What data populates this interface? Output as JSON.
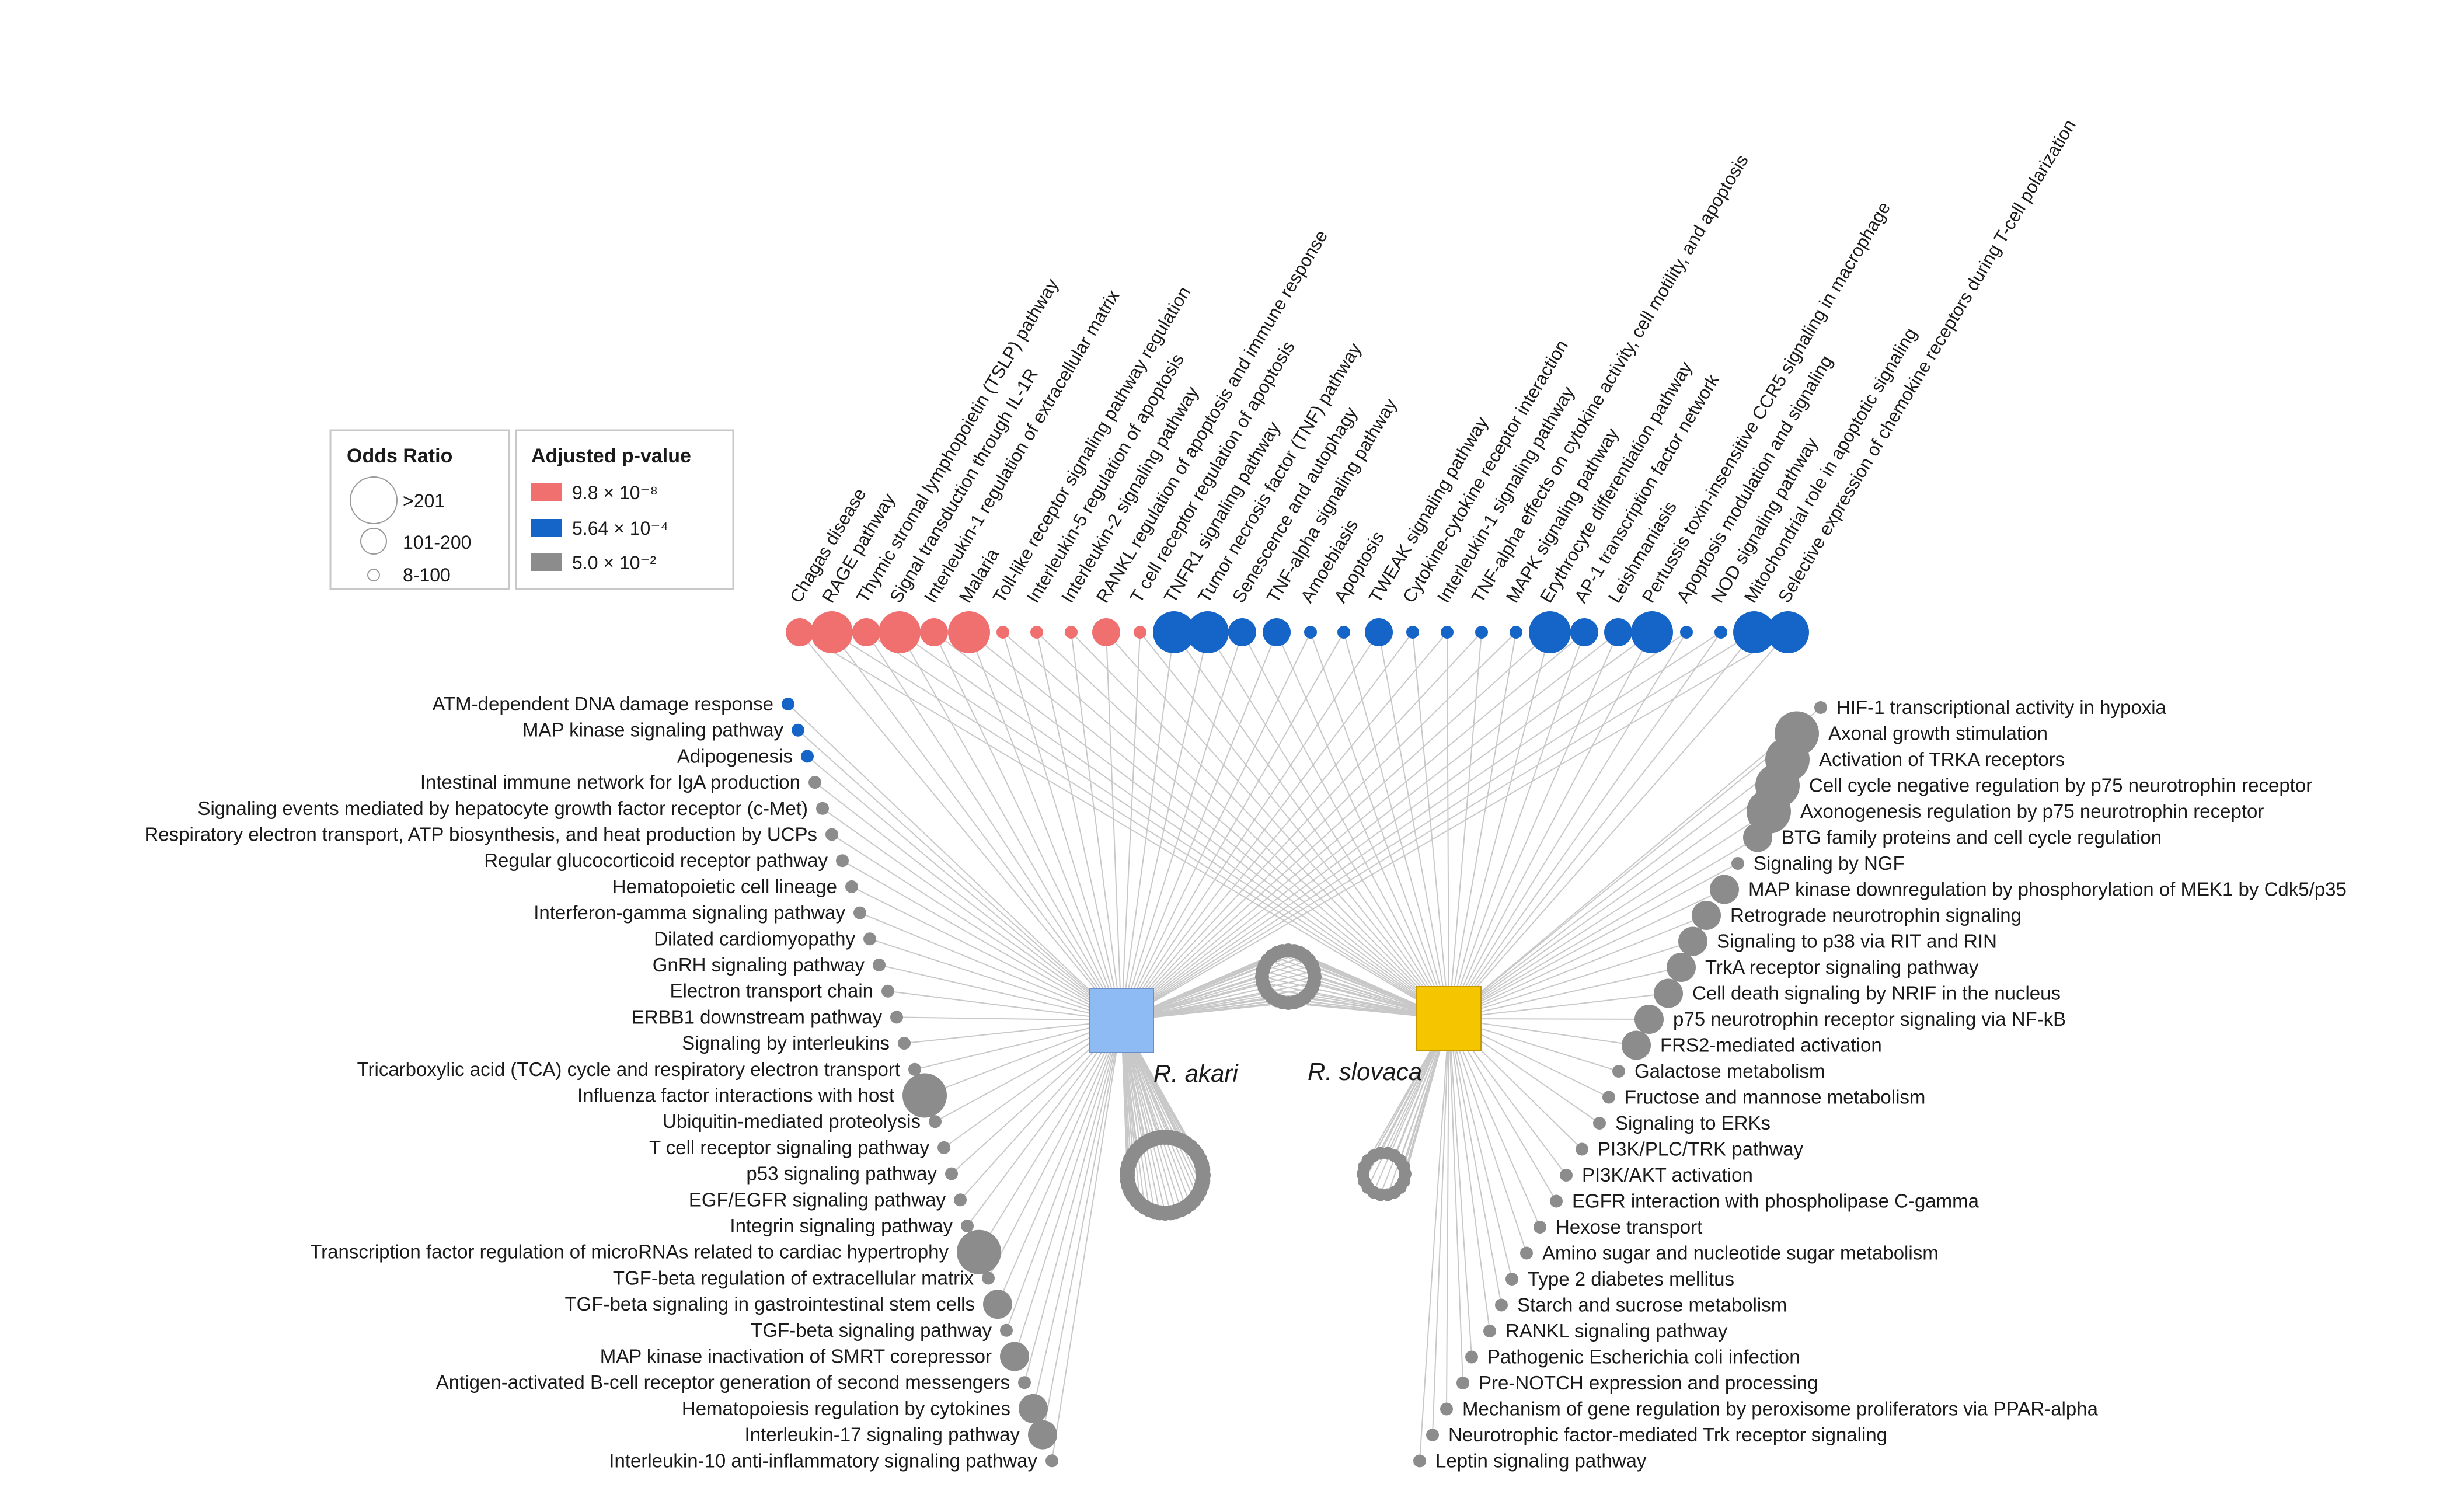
{
  "legend": {
    "odds_ratio": {
      "title": "Odds Ratio",
      "items": [
        {
          "label": ">201",
          "size": "large"
        },
        {
          "label": "101-200",
          "size": "medium"
        },
        {
          "label": "8-100",
          "size": "small"
        }
      ]
    },
    "pvalue": {
      "title": "Adjusted p-value",
      "items": [
        {
          "label": "9.8 × 10⁻⁸",
          "color": "#f07070"
        },
        {
          "label": "5.64 × 10⁻⁴",
          "color": "#1565c8"
        },
        {
          "label": "5.0 × 10⁻²",
          "color": "#8c8c8c"
        }
      ]
    }
  },
  "colors": {
    "red": "#f07070",
    "blue": "#1565c8",
    "grey": "#8c8c8c",
    "akari": "#8fbbf5",
    "slovaca": "#f5c500",
    "edge": "#c8c8c8"
  },
  "nodes": {
    "akari": {
      "label": "R. akari",
      "color": "#8fbbf5"
    },
    "slovaca": {
      "label": "R. slovaca",
      "color": "#f5c500"
    }
  },
  "shared_top": [
    {
      "label": "Chagas disease",
      "color": "red",
      "size": "medium"
    },
    {
      "label": "RAGE pathway",
      "color": "red",
      "size": "large"
    },
    {
      "label": "Thymic stromal lymphopoietin (TSLP) pathway",
      "color": "red",
      "size": "medium"
    },
    {
      "label": "Signal transduction through IL-1R",
      "color": "red",
      "size": "large"
    },
    {
      "label": "Interleukin-1 regulation of extracellular matrix",
      "color": "red",
      "size": "medium"
    },
    {
      "label": "Malaria",
      "color": "red",
      "size": "large"
    },
    {
      "label": "Toll-like receptor signaling pathway regulation",
      "color": "red",
      "size": "small"
    },
    {
      "label": "Interleukin-5 regulation of apoptosis",
      "color": "red",
      "size": "small"
    },
    {
      "label": "Interleukin-2 signaling pathway",
      "color": "red",
      "size": "small"
    },
    {
      "label": "RANKL regulation of apoptosis and immune response",
      "color": "red",
      "size": "medium"
    },
    {
      "label": "T cell receptor regulation of apoptosis",
      "color": "red",
      "size": "small"
    },
    {
      "label": "TNFR1 signaling pathway",
      "color": "blue",
      "size": "large"
    },
    {
      "label": "Tumor necrosis factor (TNF) pathway",
      "color": "blue",
      "size": "large"
    },
    {
      "label": "Senescence and autophagy",
      "color": "blue",
      "size": "medium"
    },
    {
      "label": "TNF-alpha signaling pathway",
      "color": "blue",
      "size": "medium"
    },
    {
      "label": "Amoebiasis",
      "color": "blue",
      "size": "small"
    },
    {
      "label": "Apoptosis",
      "color": "blue",
      "size": "small"
    },
    {
      "label": "TWEAK signaling pathway",
      "color": "blue",
      "size": "medium"
    },
    {
      "label": "Cytokine-cytokine receptor interaction",
      "color": "blue",
      "size": "small"
    },
    {
      "label": "Interleukin-1 signaling pathway",
      "color": "blue",
      "size": "small"
    },
    {
      "label": "TNF-alpha effects on cytokine activity, cell motility, and apoptosis",
      "color": "blue",
      "size": "small"
    },
    {
      "label": "MAPK signaling pathway",
      "color": "blue",
      "size": "small"
    },
    {
      "label": "Erythrocyte differentiation pathway",
      "color": "blue",
      "size": "large"
    },
    {
      "label": "AP-1 transcription factor network",
      "color": "blue",
      "size": "medium"
    },
    {
      "label": "Leishmaniasis",
      "color": "blue",
      "size": "medium"
    },
    {
      "label": "Pertussis toxin-insensitive CCR5 signaling in macrophage",
      "color": "blue",
      "size": "large"
    },
    {
      "label": "Apoptosis modulation and signaling",
      "color": "blue",
      "size": "small"
    },
    {
      "label": "NOD signaling pathway",
      "color": "blue",
      "size": "small"
    },
    {
      "label": "Mitochondrial role in apoptotic signaling",
      "color": "blue",
      "size": "large"
    },
    {
      "label": "Selective expression of chemokine receptors during T-cell polarization",
      "color": "blue",
      "size": "large"
    }
  ],
  "akari_pathways": [
    {
      "label": "ATM-dependent DNA damage response",
      "color": "blue",
      "size": "small"
    },
    {
      "label": "MAP kinase signaling pathway",
      "color": "blue",
      "size": "small"
    },
    {
      "label": "Adipogenesis",
      "color": "blue",
      "size": "small"
    },
    {
      "label": "Intestinal immune network for IgA production",
      "color": "grey",
      "size": "small"
    },
    {
      "label": "Signaling events mediated by hepatocyte growth factor receptor (c-Met)",
      "color": "grey",
      "size": "small"
    },
    {
      "label": "Respiratory electron transport, ATP biosynthesis, and heat production by UCPs",
      "color": "grey",
      "size": "small"
    },
    {
      "label": "Regular glucocorticoid receptor pathway",
      "color": "grey",
      "size": "small"
    },
    {
      "label": "Hematopoietic cell lineage",
      "color": "grey",
      "size": "small"
    },
    {
      "label": "Interferon-gamma signaling pathway",
      "color": "grey",
      "size": "small"
    },
    {
      "label": "Dilated cardiomyopathy",
      "color": "grey",
      "size": "small"
    },
    {
      "label": "GnRH signaling pathway",
      "color": "grey",
      "size": "small"
    },
    {
      "label": "Electron transport chain",
      "color": "grey",
      "size": "small"
    },
    {
      "label": "ERBB1 downstream pathway",
      "color": "grey",
      "size": "small"
    },
    {
      "label": "Signaling by interleukins",
      "color": "grey",
      "size": "small"
    },
    {
      "label": "Tricarboxylic acid (TCA) cycle and respiratory electron transport",
      "color": "grey",
      "size": "small"
    },
    {
      "label": "Influenza factor interactions with host",
      "color": "grey",
      "size": "large"
    },
    {
      "label": "Ubiquitin-mediated proteolysis",
      "color": "grey",
      "size": "small"
    },
    {
      "label": "T cell receptor signaling pathway",
      "color": "grey",
      "size": "small"
    },
    {
      "label": "p53 signaling pathway",
      "color": "grey",
      "size": "small"
    },
    {
      "label": "EGF/EGFR signaling pathway",
      "color": "grey",
      "size": "small"
    },
    {
      "label": "Integrin signaling pathway",
      "color": "grey",
      "size": "small"
    },
    {
      "label": "Transcription factor regulation of microRNAs related to cardiac hypertrophy",
      "color": "grey",
      "size": "large"
    },
    {
      "label": "TGF-beta regulation of extracellular matrix",
      "color": "grey",
      "size": "small"
    },
    {
      "label": "TGF-beta signaling in gastrointestinal stem cells",
      "color": "grey",
      "size": "medium"
    },
    {
      "label": "TGF-beta signaling pathway",
      "color": "grey",
      "size": "small"
    },
    {
      "label": "MAP kinase inactivation of SMRT corepressor",
      "color": "grey",
      "size": "medium"
    },
    {
      "label": "Antigen-activated B-cell receptor generation of second messengers",
      "color": "grey",
      "size": "small"
    },
    {
      "label": "Hematopoiesis regulation by cytokines",
      "color": "grey",
      "size": "medium"
    },
    {
      "label": "Interleukin-17 signaling pathway",
      "color": "grey",
      "size": "medium"
    },
    {
      "label": "Interleukin-10 anti-inflammatory signaling pathway",
      "color": "grey",
      "size": "small"
    }
  ],
  "slovaca_pathways": [
    {
      "label": "HIF-1 transcriptional activity in hypoxia",
      "color": "grey",
      "size": "small"
    },
    {
      "label": "Axonal growth stimulation",
      "color": "grey",
      "size": "large"
    },
    {
      "label": "Activation of TRKA receptors",
      "color": "grey",
      "size": "large"
    },
    {
      "label": "Cell cycle negative regulation by p75 neurotrophin receptor",
      "color": "grey",
      "size": "large"
    },
    {
      "label": "Axonogenesis regulation by p75 neurotrophin receptor",
      "color": "grey",
      "size": "large"
    },
    {
      "label": "BTG family proteins and cell cycle regulation",
      "color": "grey",
      "size": "medium"
    },
    {
      "label": "Signaling by NGF",
      "color": "grey",
      "size": "small"
    },
    {
      "label": "MAP kinase downregulation by phosphorylation of MEK1 by Cdk5/p35",
      "color": "grey",
      "size": "medium"
    },
    {
      "label": "Retrograde neurotrophin signaling",
      "color": "grey",
      "size": "medium"
    },
    {
      "label": "Signaling to p38 via RIT and RIN",
      "color": "grey",
      "size": "medium"
    },
    {
      "label": "TrkA receptor signaling pathway",
      "color": "grey",
      "size": "medium"
    },
    {
      "label": "Cell death signaling by NRIF in the nucleus",
      "color": "grey",
      "size": "medium"
    },
    {
      "label": "p75 neurotrophin receptor signaling via NF-kB",
      "color": "grey",
      "size": "medium"
    },
    {
      "label": "FRS2-mediated activation",
      "color": "grey",
      "size": "medium"
    },
    {
      "label": "Galactose metabolism",
      "color": "grey",
      "size": "small"
    },
    {
      "label": "Fructose and mannose metabolism",
      "color": "grey",
      "size": "small"
    },
    {
      "label": "Signaling to ERKs",
      "color": "grey",
      "size": "small"
    },
    {
      "label": "PI3K/PLC/TRK pathway",
      "color": "grey",
      "size": "small"
    },
    {
      "label": "PI3K/AKT activation",
      "color": "grey",
      "size": "small"
    },
    {
      "label": "EGFR interaction with phospholipase C-gamma",
      "color": "grey",
      "size": "small"
    },
    {
      "label": "Hexose transport",
      "color": "grey",
      "size": "small"
    },
    {
      "label": "Amino sugar and nucleotide sugar metabolism",
      "color": "grey",
      "size": "small"
    },
    {
      "label": "Type 2 diabetes mellitus",
      "color": "grey",
      "size": "small"
    },
    {
      "label": "Starch and sucrose metabolism",
      "color": "grey",
      "size": "small"
    },
    {
      "label": "RANKL signaling pathway",
      "color": "grey",
      "size": "small"
    },
    {
      "label": "Pathogenic Escherichia coli infection",
      "color": "grey",
      "size": "small"
    },
    {
      "label": "Pre-NOTCH expression and processing",
      "color": "grey",
      "size": "small"
    },
    {
      "label": "Mechanism of gene regulation by peroxisome proliferators via PPAR-alpha",
      "color": "grey",
      "size": "small"
    },
    {
      "label": "Neurotrophic factor-mediated Trk receptor signaling",
      "color": "grey",
      "size": "small"
    },
    {
      "label": "Leptin signaling pathway",
      "color": "grey",
      "size": "small"
    }
  ]
}
